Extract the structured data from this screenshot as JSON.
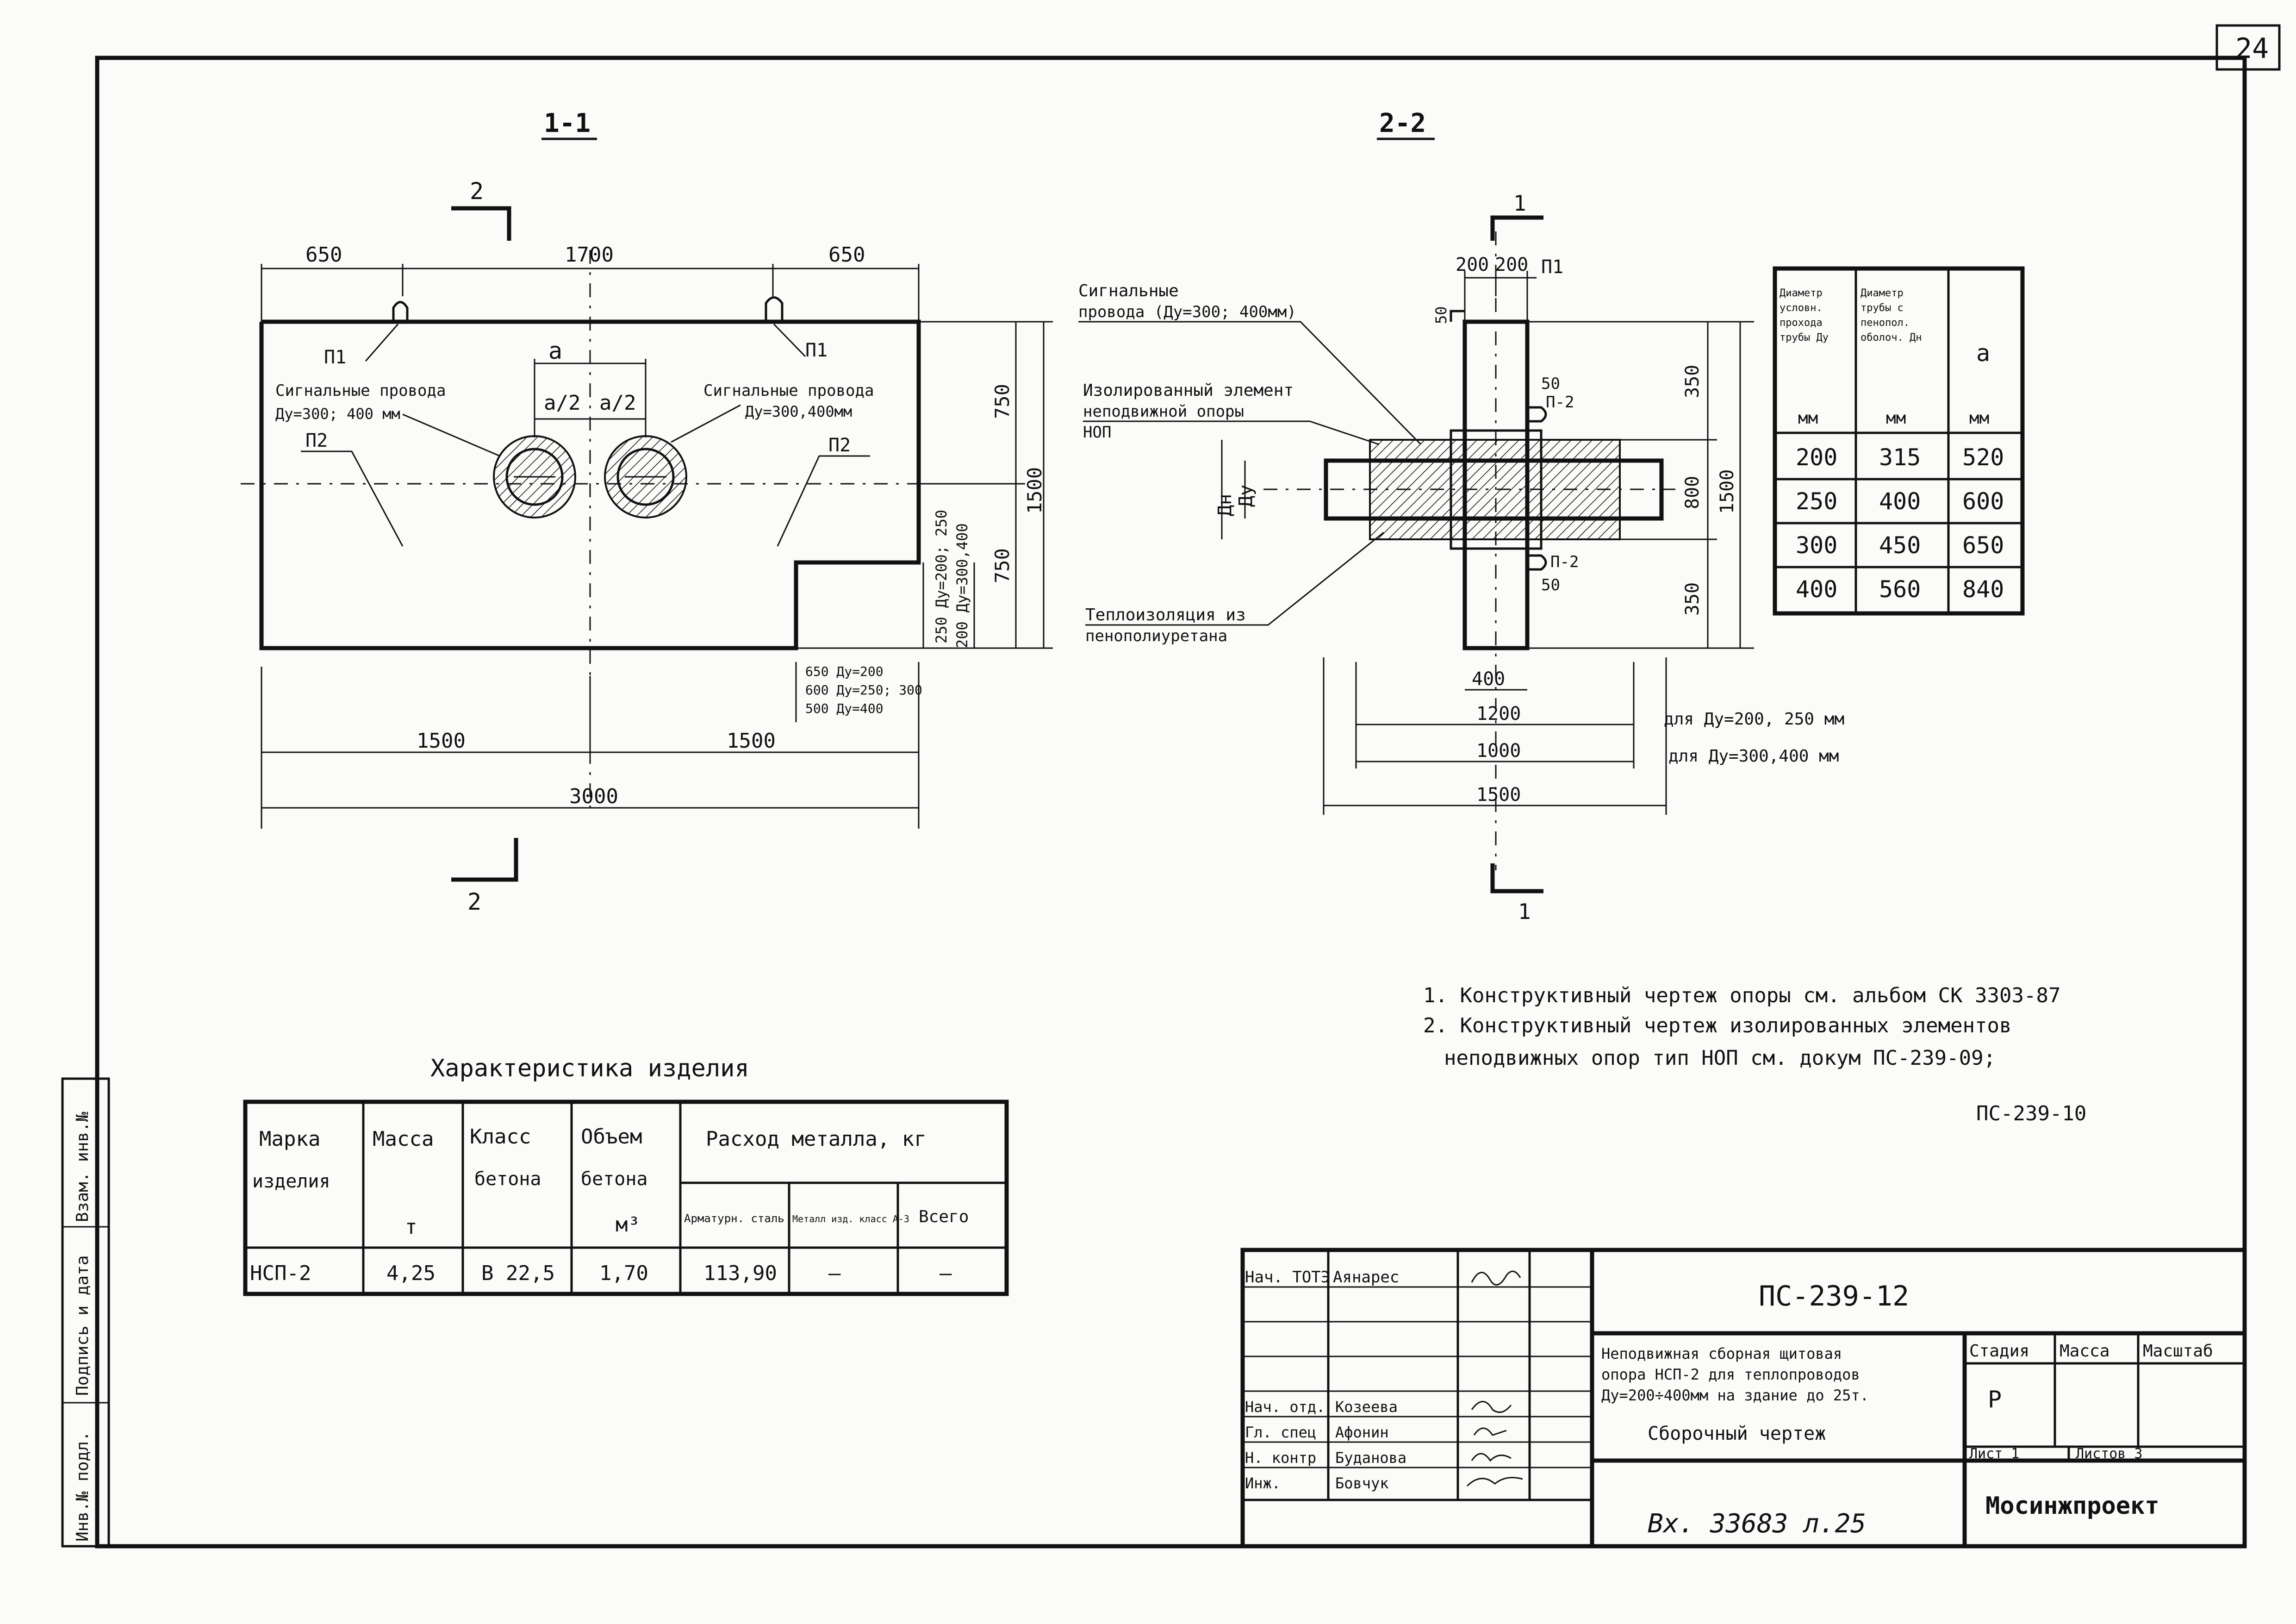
{
  "sheet": {
    "number": "24"
  },
  "section_1": {
    "title": "1-1",
    "cut_marker": "2",
    "dims_top": [
      "650",
      "1700",
      "650"
    ],
    "dims_bottom_half": [
      "1500",
      "1500"
    ],
    "dim_total": "3000",
    "dim_a": "a",
    "dim_half_left": "a/2",
    "dim_half_right": "a/2",
    "dim_right_750_top": "750",
    "dim_right_750_bot": "750",
    "dim_right_1500": "1500",
    "p1_left": "П1",
    "p1_right": "П1",
    "p2_left": "П2",
    "p2_right": "П2",
    "wire_left_1": "Сигнальные провода",
    "wire_left_2": "Ду=300; 400 мм",
    "wire_right_1": "Сигнальные провода",
    "wire_right_2": "Ду=300,400мм",
    "depth_1": "250 Ду=200; 250",
    "depth_2": "200 Ду=300,400",
    "notch_1": "650 Ду=200",
    "notch_2": "600 Ду=250; 300",
    "notch_3": "500 Ду=400"
  },
  "section_2": {
    "title": "2-2",
    "cut_marker": "1",
    "label_signal_1": "Сигнальные",
    "label_signal_2": "провода (Ду=300; 400мм)",
    "label_element_1": "Изолированный элемент",
    "label_element_2": "неподвижной опоры",
    "label_element_3": "НОП",
    "label_insul_1": "Теплоизоляция из",
    "label_insul_2": "пенополиуретана",
    "dim_200a": "200",
    "dim_200b": "200",
    "p1": "П1",
    "p2_top": "П-2",
    "p2_bot": "П-2",
    "d50_top": "50",
    "d50_bot": "50",
    "dim_50_left": "50",
    "dim_350_top": "350",
    "dim_800": "800",
    "dim_350_bot": "350",
    "dim_1500_v": "1500",
    "dim_400": "400",
    "dim_1200": "1200",
    "dim_1000": "1000",
    "dim_1500_h": "1500",
    "du": "Ду",
    "dn": "Дн",
    "note_200_250": "для Ду=200, 250 мм",
    "note_300_400": "для Ду=300,400 мм"
  },
  "pipe_table": {
    "headers": [
      "Диаметр условн. прохода трубы Ду",
      "Диаметр трубы с пенопол. оболоч. Дн",
      "a"
    ],
    "units": [
      "мм",
      "мм",
      "мм"
    ],
    "rows": [
      [
        "200",
        "315",
        "520"
      ],
      [
        "250",
        "400",
        "600"
      ],
      [
        "300",
        "450",
        "650"
      ],
      [
        "400",
        "560",
        "840"
      ]
    ]
  },
  "notes": [
    "1. Конструктивный чертеж опоры см. альбом СК 3303-87",
    "2. Конструктивный чертеж изолированных элементов",
    "неподвижных опор тип НОП см. докум ПС-239-09;",
    "ПС-239-10"
  ],
  "spec_table": {
    "caption": "Характеристика изделия",
    "h_mark": [
      "Марка",
      "изделия"
    ],
    "h_mass": [
      "Масса",
      "т"
    ],
    "h_class": [
      "Класс",
      "бетона"
    ],
    "h_volume": [
      "Объем",
      "бетона",
      "м³"
    ],
    "h_metal": "Расход металла, кг",
    "h_metal_sub": [
      "Арматурн. сталь",
      "Металл изд. класс А-3",
      "Всего"
    ],
    "row": [
      "НСП-2",
      "4,25",
      "В 22,5",
      "1,70",
      "113,90",
      "—",
      "—"
    ]
  },
  "title_block": {
    "roles": [
      "Нач. ТОТЭ",
      "",
      "",
      "Нач. отд.",
      "Гл. спец",
      "Н. контр",
      "Инж."
    ],
    "names": [
      "Аянарес",
      "",
      "",
      "Козеева",
      "Афонин",
      "Буданова",
      "Бовчук"
    ],
    "code": "ПС-239-12",
    "description": [
      "Неподвижная сборная щитовая",
      "опора НСП-2 для теплопроводов",
      "Ду=200÷400мм на здание до 25т.",
      "Сборочный чертеж"
    ],
    "stage_label": "Стадия",
    "mass_label": "Масса",
    "scale_label": "Масштаб",
    "stage_value": "Р",
    "sheet_label": "Лист 1",
    "sheets_label": "Листов 3",
    "org": "Мосинжпроект",
    "archive": "Вх. 33683 л.25"
  },
  "side_stamp": [
    "Инв.№ подл.",
    "Подпись и дата",
    "Взам. инв.№"
  ]
}
